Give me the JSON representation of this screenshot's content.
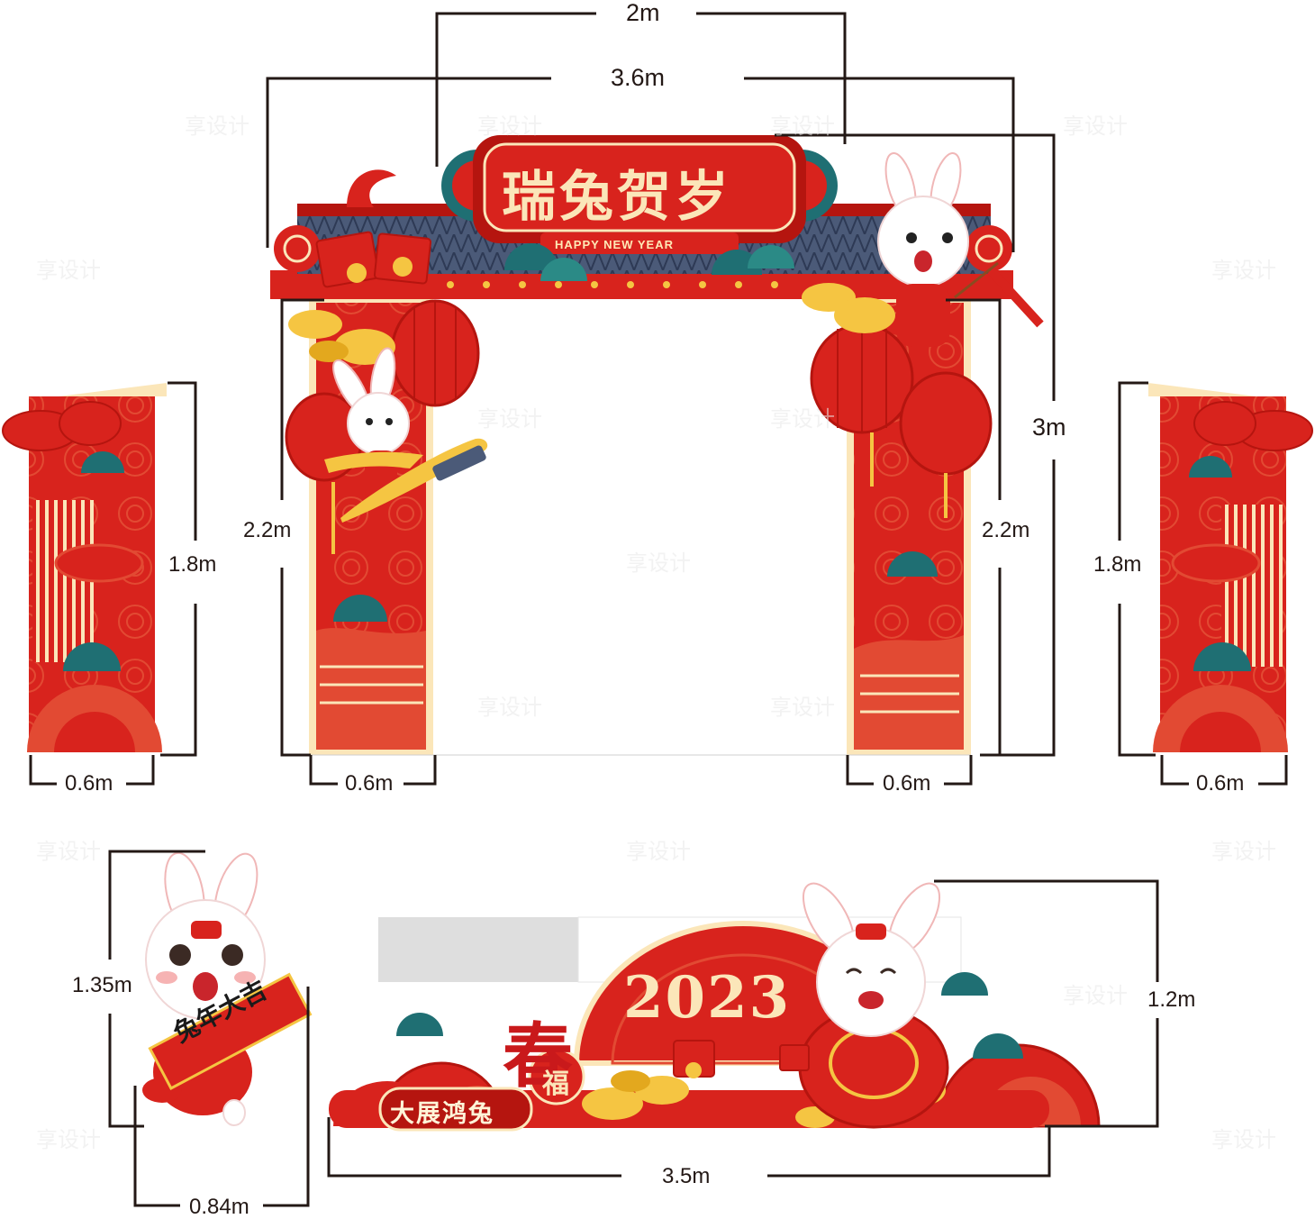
{
  "arch": {
    "title": "瑞兔贺岁",
    "subtitle": "HAPPY NEW YEAR"
  },
  "dimensions": {
    "arch_inner_width": "2m",
    "arch_outer_width": "3.6m",
    "arch_height": "3m",
    "pillar_height_left": "2.2m",
    "pillar_height_right": "2.2m",
    "pillar_width_left": "0.6m",
    "pillar_width_right": "0.6m",
    "side_panel_height_left": "1.8m",
    "side_panel_height_right": "1.8m",
    "side_panel_width_left": "0.6m",
    "side_panel_width_right": "0.6m",
    "rabbit_standee_height": "1.35m",
    "rabbit_standee_width": "0.84m",
    "photo_wall_height": "1.2m",
    "photo_wall_width": "3.5m"
  },
  "rabbit_standee": {
    "scroll_text": "兔年大吉"
  },
  "photo_wall": {
    "banner_text": "大展鸿兔",
    "year": "2023",
    "spring_char": "春",
    "fu_char": "福"
  },
  "watermark": "享设计",
  "colors": {
    "festive_red": "#d8231d",
    "deep_red": "#b5150f",
    "gold": "#f5c542",
    "cream": "#fbe6b9",
    "teal": "#1f6f73",
    "roof_blue": "#4b5a78",
    "dimension_line": "#231815"
  }
}
